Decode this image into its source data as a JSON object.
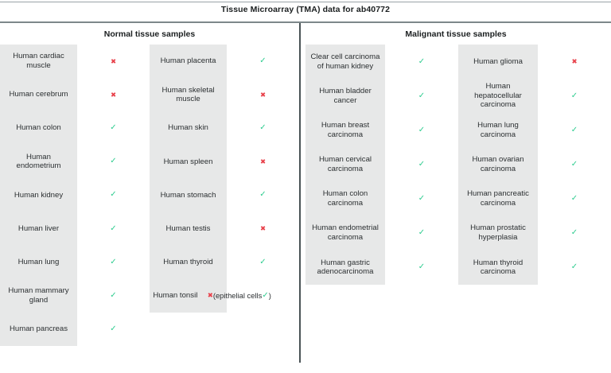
{
  "title": "Tissue Microarray (TMA) data for ab40772",
  "sections": {
    "normal_header": "Normal tissue samples",
    "malignant_header": "Malignant tissue samples"
  },
  "symbols": {
    "tick": "✓",
    "cross": "✖",
    "tick_color": "#2ecc8f",
    "cross_color": "#e8404a"
  },
  "columns": {
    "normal_1": [
      {
        "label": "Human cardiac muscle",
        "result": "cross"
      },
      {
        "label": "Human cerebrum",
        "result": "cross"
      },
      {
        "label": "Human colon",
        "result": "tick"
      },
      {
        "label": "Human endometrium",
        "result": "tick"
      },
      {
        "label": "Human kidney",
        "result": "tick"
      },
      {
        "label": "Human liver",
        "result": "tick"
      },
      {
        "label": "Human lung",
        "result": "tick"
      },
      {
        "label": "Human mammary gland",
        "result": "tick"
      },
      {
        "label": "Human pancreas",
        "result": "tick"
      }
    ],
    "normal_2": [
      {
        "label": "Human placenta",
        "result": "tick"
      },
      {
        "label": "Human skeletal muscle",
        "result": "cross"
      },
      {
        "label": "Human skin",
        "result": "tick"
      },
      {
        "label": "Human spleen",
        "result": "cross"
      },
      {
        "label": "Human stomach",
        "result": "tick"
      },
      {
        "label": "Human testis",
        "result": "cross"
      },
      {
        "label": "Human thyroid",
        "result": "tick"
      },
      {
        "label": "Human tonsil",
        "result": "cross",
        "note_open": "(epithelial cells",
        "note_mark": "tick",
        "note_close": ")"
      }
    ],
    "malignant_1": [
      {
        "label": "Clear cell carcinoma of human kidney",
        "result": "tick"
      },
      {
        "label": "Human bladder cancer",
        "result": "tick"
      },
      {
        "label": "Human breast carcinoma",
        "result": "tick"
      },
      {
        "label": "Human cervical carcinoma",
        "result": "tick"
      },
      {
        "label": "Human colon carcinoma",
        "result": "tick"
      },
      {
        "label": "Human endometrial carcinoma",
        "result": "tick"
      },
      {
        "label": "Human gastric adenocarcinoma",
        "result": "tick"
      }
    ],
    "malignant_2": [
      {
        "label": "Human glioma",
        "result": "cross"
      },
      {
        "label": "Human hepatocellular carcinoma",
        "result": "tick"
      },
      {
        "label": "Human lung carcinoma",
        "result": "tick"
      },
      {
        "label": "Human ovarian carcinoma",
        "result": "tick"
      },
      {
        "label": "Human pancreatic carcinoma",
        "result": "tick"
      },
      {
        "label": "Human prostatic hyperplasia",
        "result": "tick"
      },
      {
        "label": "Human thyroid carcinoma",
        "result": "tick"
      }
    ]
  }
}
